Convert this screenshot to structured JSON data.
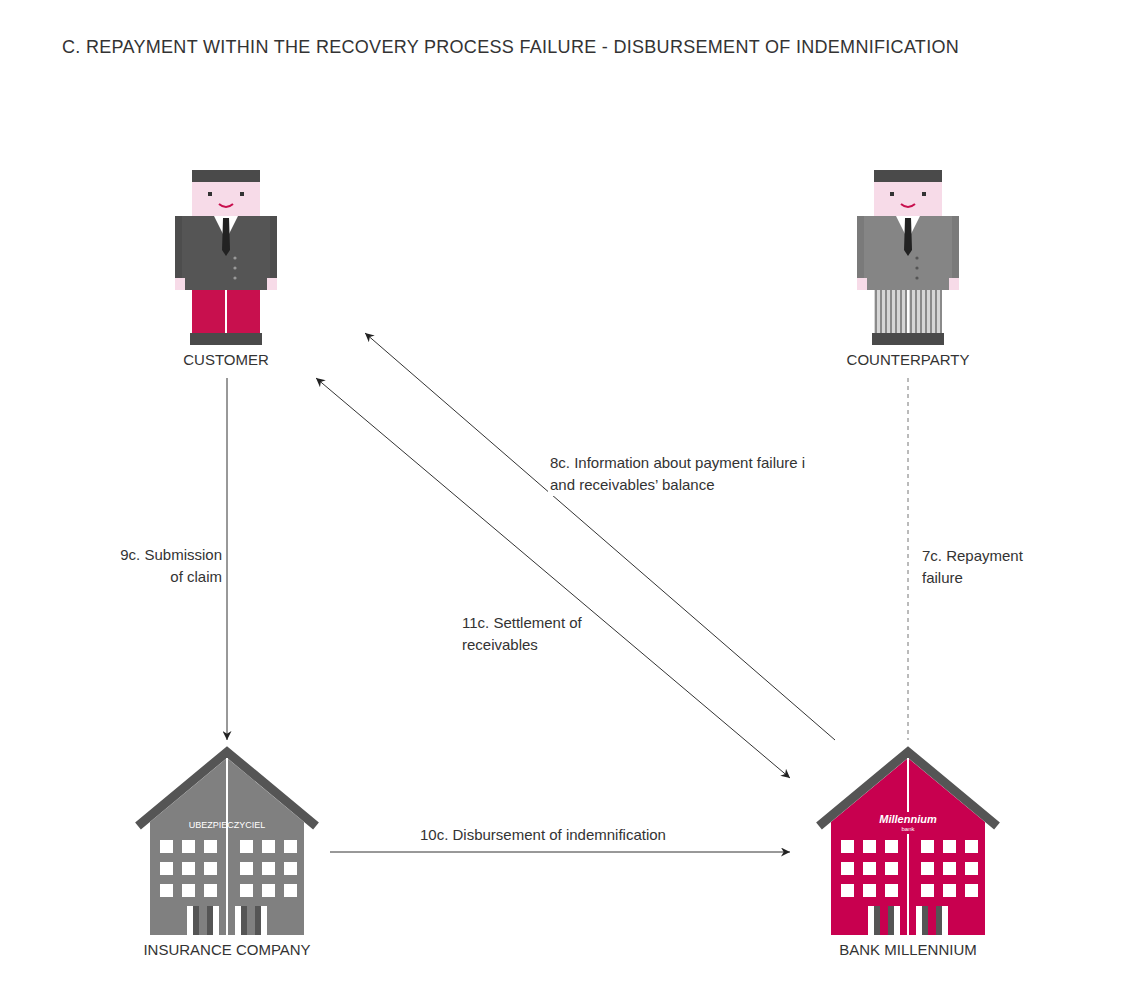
{
  "diagram": {
    "title": "C.  REPAYMENT WITHIN THE RECOVERY PROCESS FAILURE - DISBURSEMENT OF INDEMNIFICATION",
    "nodes": [
      {
        "text": [
          "CUSTOMER"
        ]
      },
      {
        "text": [
          "COUNTERPARTY"
        ]
      },
      {
        "text": [
          "UBEZPIECZYCIEL",
          "INSURANCE COMPANY"
        ]
      },
      {
        "text": [
          "Millennium",
          "bank",
          "BANK MILLENNIUM"
        ]
      }
    ],
    "edges": [
      {
        "from": 1,
        "to": 3,
        "label": "7c.  Repayment failure",
        "arrow": "none"
      },
      {
        "from": 3,
        "to": 0,
        "label": "8c.  Information about payment failure i and receivables’ balance",
        "arrow": "to"
      },
      {
        "from": 0,
        "to": 2,
        "label": "9c.  Submission of claim",
        "arrow": "to"
      },
      {
        "from": 2,
        "to": 3,
        "label": "10c.  Disbursement of indemnification",
        "arrow": "to"
      },
      {
        "from": 0,
        "to": 3,
        "label": "11c.  Settlement of receivables",
        "arrow": "both"
      }
    ]
  }
}
